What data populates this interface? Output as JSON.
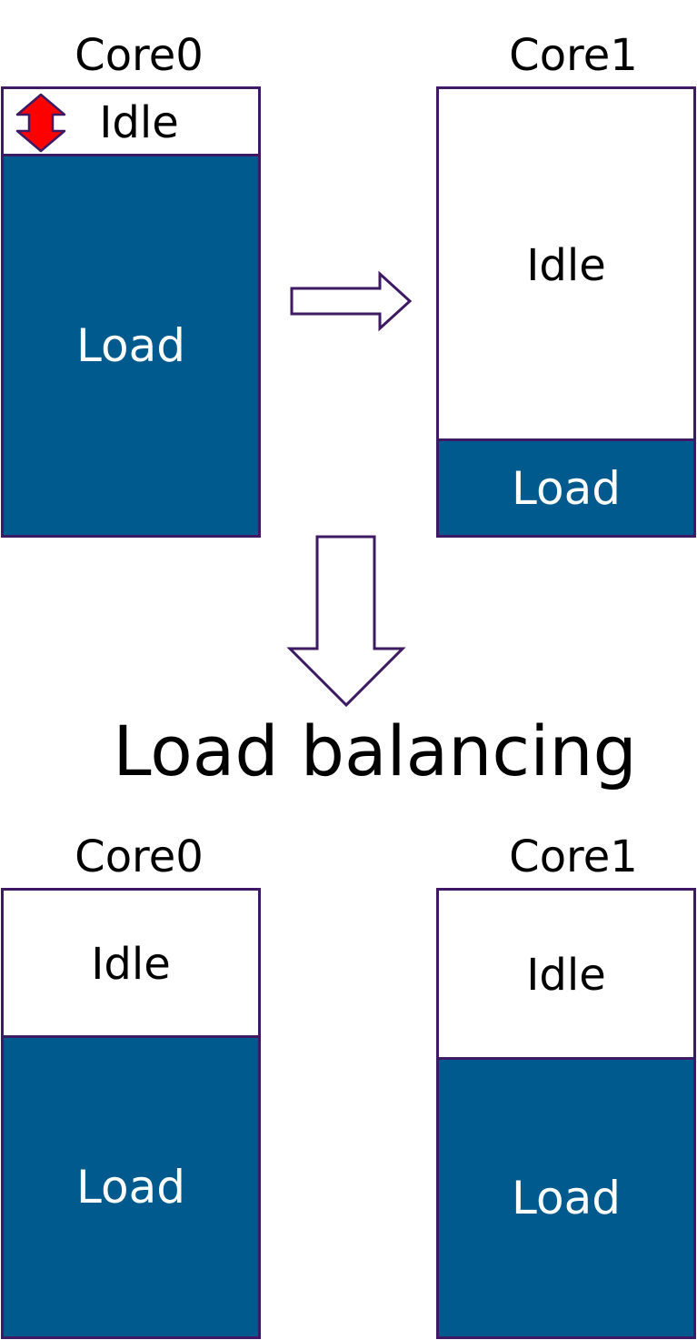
{
  "before": {
    "core0": {
      "title": "Core0",
      "idle_label": "Idle",
      "load_label": "Load",
      "idle_fraction": 0.15
    },
    "core1": {
      "title": "Core1",
      "idle_label": "Idle",
      "load_label": "Load",
      "idle_fraction": 0.79
    }
  },
  "transition_label": "Load balancing",
  "after": {
    "core0": {
      "title": "Core0",
      "idle_label": "Idle",
      "load_label": "Load",
      "idle_fraction": 0.33
    },
    "core1": {
      "title": "Core1",
      "idle_label": "Idle",
      "load_label": "Load",
      "idle_fraction": 0.38
    }
  },
  "colors": {
    "load_fill": "#005a8d",
    "border": "#3d1a63",
    "marker_fill": "#ff0000"
  },
  "icons": {
    "idle_marker": "double-arrow-vertical-icon",
    "migration_arrow": "arrow-right-icon",
    "result_arrow": "arrow-down-icon"
  }
}
